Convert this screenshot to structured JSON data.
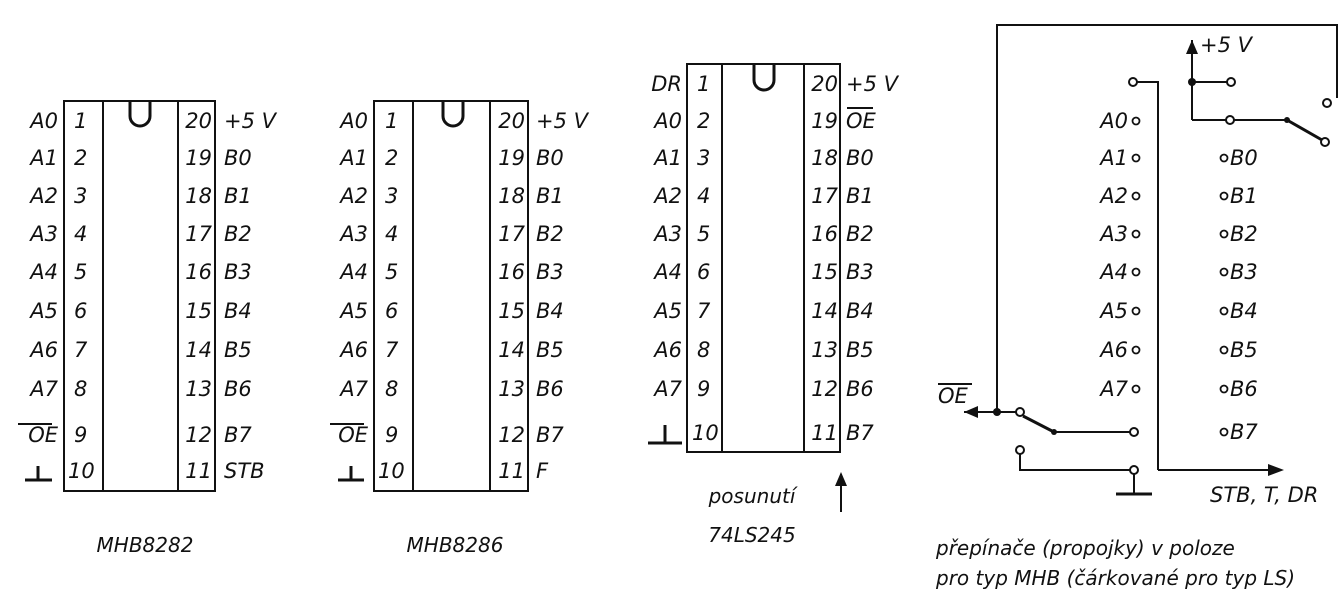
{
  "chips": [
    {
      "id": "mhb8282",
      "name": "MHB8282",
      "left_labels": [
        "A0",
        "A1",
        "A2",
        "A3",
        "A4",
        "A5",
        "A6",
        "A7",
        "OE",
        ""
      ],
      "left_nums": [
        "1",
        "2",
        "3",
        "4",
        "5",
        "6",
        "7",
        "8",
        "9",
        "10"
      ],
      "right_nums": [
        "20",
        "19",
        "18",
        "17",
        "16",
        "15",
        "14",
        "13",
        "12",
        "11"
      ],
      "right_labels": [
        "+5 V",
        "B0",
        "B1",
        "B2",
        "B3",
        "B4",
        "B5",
        "B6",
        "B7",
        "STB"
      ]
    },
    {
      "id": "mhb8286",
      "name": "MHB8286",
      "left_labels": [
        "A0",
        "A1",
        "A2",
        "A3",
        "A4",
        "A5",
        "A6",
        "A7",
        "OE",
        ""
      ],
      "left_nums": [
        "1",
        "2",
        "3",
        "4",
        "5",
        "6",
        "7",
        "8",
        "9",
        "10"
      ],
      "right_nums": [
        "20",
        "19",
        "18",
        "17",
        "16",
        "15",
        "14",
        "13",
        "12",
        "11"
      ],
      "right_labels": [
        "+5 V",
        "B0",
        "B1",
        "B2",
        "B3",
        "B4",
        "B5",
        "B6",
        "B7",
        "F"
      ]
    },
    {
      "id": "ls245",
      "name": "74LS245",
      "left_labels": [
        "DR",
        "A0",
        "A1",
        "A2",
        "A3",
        "A4",
        "A5",
        "A6",
        "A7",
        ""
      ],
      "left_nums": [
        "1",
        "2",
        "3",
        "4",
        "5",
        "6",
        "7",
        "8",
        "9",
        "10"
      ],
      "right_nums": [
        "20",
        "19",
        "18",
        "17",
        "16",
        "15",
        "14",
        "13",
        "12",
        "11"
      ],
      "right_labels": [
        "+5 V",
        "OE",
        "B0",
        "B1",
        "B2",
        "B3",
        "B4",
        "B5",
        "B6",
        "B7"
      ],
      "shift_label": "posunutí"
    }
  ],
  "switch_panel": {
    "vcc_label": "+5 V",
    "a_labels": [
      "A0",
      "A1",
      "A2",
      "A3",
      "A4",
      "A5",
      "A6",
      "A7"
    ],
    "b_labels": [
      "B0",
      "B1",
      "B2",
      "B3",
      "B4",
      "B5",
      "B6",
      "B7"
    ],
    "oe_label": "OE",
    "output_label": "STB, T, DR",
    "caption_line1": "přepínače (propojky) v poloze",
    "caption_line2": "pro typ MHB (čárkované pro typ LS)"
  }
}
